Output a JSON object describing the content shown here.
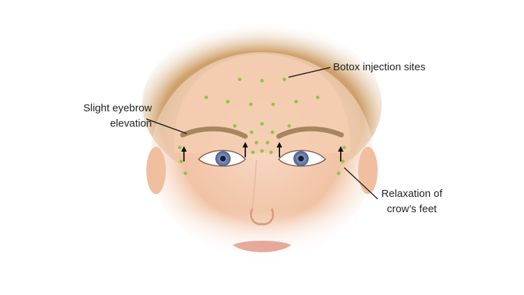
{
  "labels": {
    "botox": "Botox injection sites",
    "eyebrow_line1": "Slight eyebrow",
    "eyebrow_line2": "elevation",
    "crows_line1": "Relaxation of",
    "crows_line2": "crow’s feet"
  },
  "colors": {
    "background": "#ffffff",
    "injection_dot": "#8cc63f",
    "skin": "#f2c6a8",
    "hair": "#c89a62",
    "iris": "#6f86b8",
    "leader_line": "#222222"
  },
  "icons": [
    "injection-dot",
    "arrow-up-icon"
  ]
}
